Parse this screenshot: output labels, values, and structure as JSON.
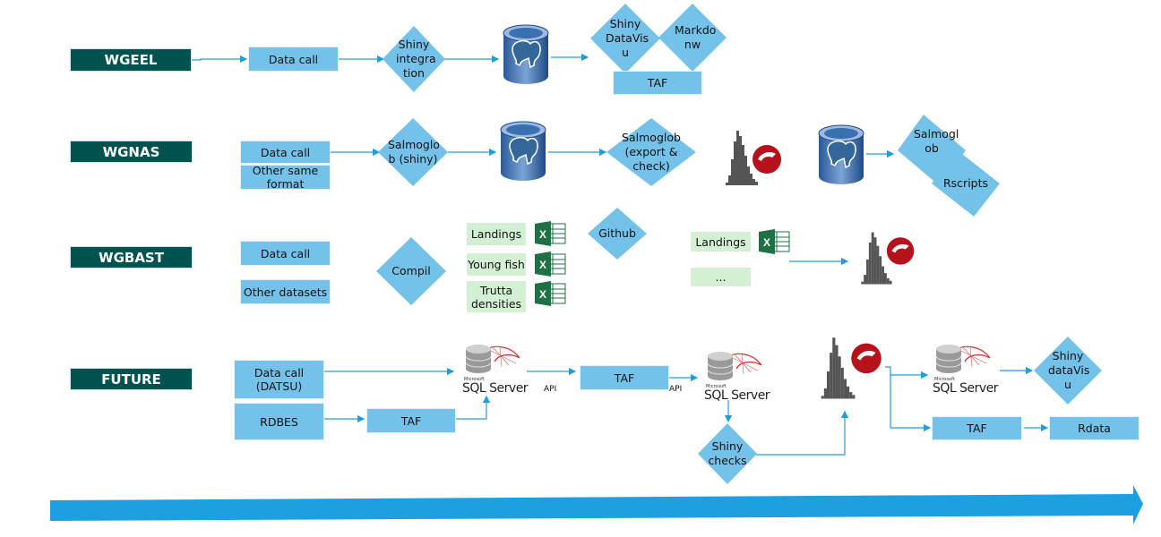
{
  "rows": {
    "wgeel": {
      "label": "WGEEL",
      "data_call": "Data call",
      "shiny_integration": "Shiny integra tion",
      "database_icon": "postgresql-database-icon",
      "shiny_datavisu": "Shiny DataVis u",
      "markdown": "Markdo nw",
      "taf": "TAF"
    },
    "wgnas": {
      "label": "WGNAS",
      "data_call": "Data call",
      "other_same_format": "Other same format",
      "salmoglob_shiny": "Salmoglo b (shiny)",
      "database_icon": "postgresql-database-icon",
      "salmoglob_export": "Salmoglob (export & check)",
      "stan_histogram_icon": "stan-histogram-icon",
      "database_icon_2": "postgresql-database-icon",
      "salmoglob": "Salmogl ob",
      "rscripts": "Rscripts"
    },
    "wgbast": {
      "label": "WGBAST",
      "data_call": "Data call",
      "other_datasets": "Other datasets",
      "compil": "Compil",
      "files": [
        "Landings",
        "Young fish",
        "Trutta densities"
      ],
      "file_icon": "excel-icon",
      "github": "Github",
      "landings_2": "Landings",
      "ellipsis": "...",
      "stan_histogram_icon": "stan-histogram-icon"
    },
    "future": {
      "label": "FUTURE",
      "data_call_datsu": "Data call (DATSU)",
      "rdbes": "RDBES",
      "taf_1": "TAF",
      "sql_server_1": "SQL Server",
      "api_1": "API",
      "taf_2": "TAF",
      "api_2": "API",
      "sql_server_2": "SQL Server",
      "shiny_checks": "Shiny checks",
      "sql_server_3": "SQL Server",
      "shiny_datavisu": "Shiny dataVis u",
      "taf_3": "TAF",
      "rdata": "Rdata",
      "microsoft": "Microsoft"
    }
  },
  "colors": {
    "label_bg": "#00524f",
    "box_bg": "#74c2ea",
    "green_box_bg": "#d4f0d4",
    "arrow": "#1e9fdc",
    "timeline": "#1ea0e0"
  },
  "timeline": {
    "icon": "timeline-arrow"
  }
}
